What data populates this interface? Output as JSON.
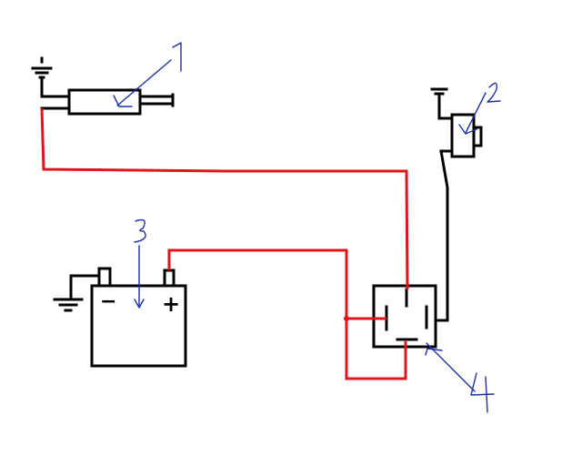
{
  "callouts": {
    "c1": "1",
    "c2": "2",
    "c3": "3",
    "c4": "4"
  },
  "battery": {
    "negative": "−",
    "positive": "+"
  },
  "icons": [
    "ground-icon",
    "horn-component",
    "switch-component",
    "battery-component",
    "relay-component"
  ],
  "colors": {
    "background": "#ffffff",
    "wire_red": "#e0141a",
    "wire_black": "#000000",
    "callout_blue": "#1b2fa6"
  }
}
